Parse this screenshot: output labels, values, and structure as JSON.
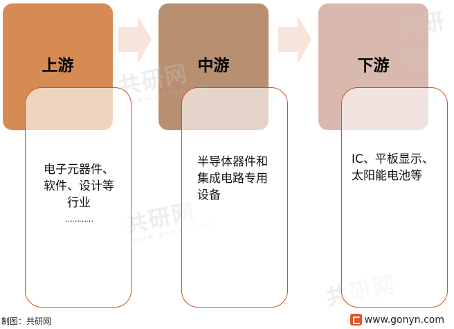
{
  "stages": [
    {
      "title": "上游",
      "description_lines": [
        "电子元器件、",
        "软件、设计等",
        "行业",
        "…………"
      ]
    },
    {
      "title": "中游",
      "description_lines": [
        "半导体器件和",
        "集成电路专用",
        "设备"
      ]
    },
    {
      "title": "下游",
      "description_lines": [
        "IC、平板显示、",
        "太阳能电池等"
      ]
    }
  ],
  "colors": {
    "upstream_header": "#d68b54",
    "midstream_header": "#b88f71",
    "downstream_header": "#d9b8ae",
    "arrow": "#f7e5dc",
    "card_border": "#c0572b"
  },
  "footer": {
    "credit": "制图：共研网",
    "website": "www.gonyn.com"
  },
  "watermark": {
    "text": "共研网",
    "url_text": "www.gonyn.com"
  }
}
